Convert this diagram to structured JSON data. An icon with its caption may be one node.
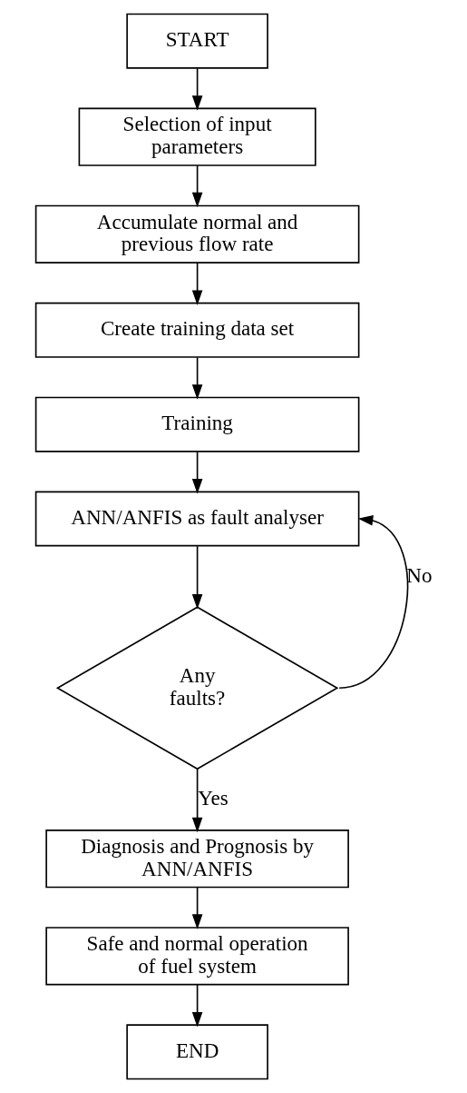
{
  "diagram": {
    "nodes": [
      {
        "text": [
          "START"
        ]
      },
      {
        "text": [
          "Selection of input parameters"
        ]
      },
      {
        "text": [
          "Accumulate normal and previous flow rate"
        ]
      },
      {
        "text": [
          "Create training data set"
        ]
      },
      {
        "text": [
          "Training"
        ]
      },
      {
        "text": [
          "ANN/ANFIS as fault analyser"
        ]
      },
      {
        "text": [
          "Any faults?"
        ]
      },
      {
        "text": [
          "Diagnosis and Prognosis by ANN/ANFIS"
        ]
      },
      {
        "text": [
          "Safe and normal operation of fuel system"
        ]
      },
      {
        "text": [
          "END"
        ]
      }
    ],
    "edges": [
      {
        "from": 0,
        "to": 1,
        "arrow": "to"
      },
      {
        "from": 1,
        "to": 2,
        "arrow": "to"
      },
      {
        "from": 2,
        "to": 3,
        "arrow": "to"
      },
      {
        "from": 3,
        "to": 4,
        "arrow": "to"
      },
      {
        "from": 4,
        "to": 5,
        "arrow": "to"
      },
      {
        "from": 5,
        "to": 6,
        "arrow": "to"
      },
      {
        "from": 6,
        "to": 5,
        "arrow": "to",
        "label": "No"
      },
      {
        "from": 6,
        "to": 7,
        "arrow": "to",
        "label": "Yes"
      },
      {
        "from": 7,
        "to": 8,
        "arrow": "to"
      },
      {
        "from": 8,
        "to": 9,
        "arrow": "to"
      }
    ]
  }
}
